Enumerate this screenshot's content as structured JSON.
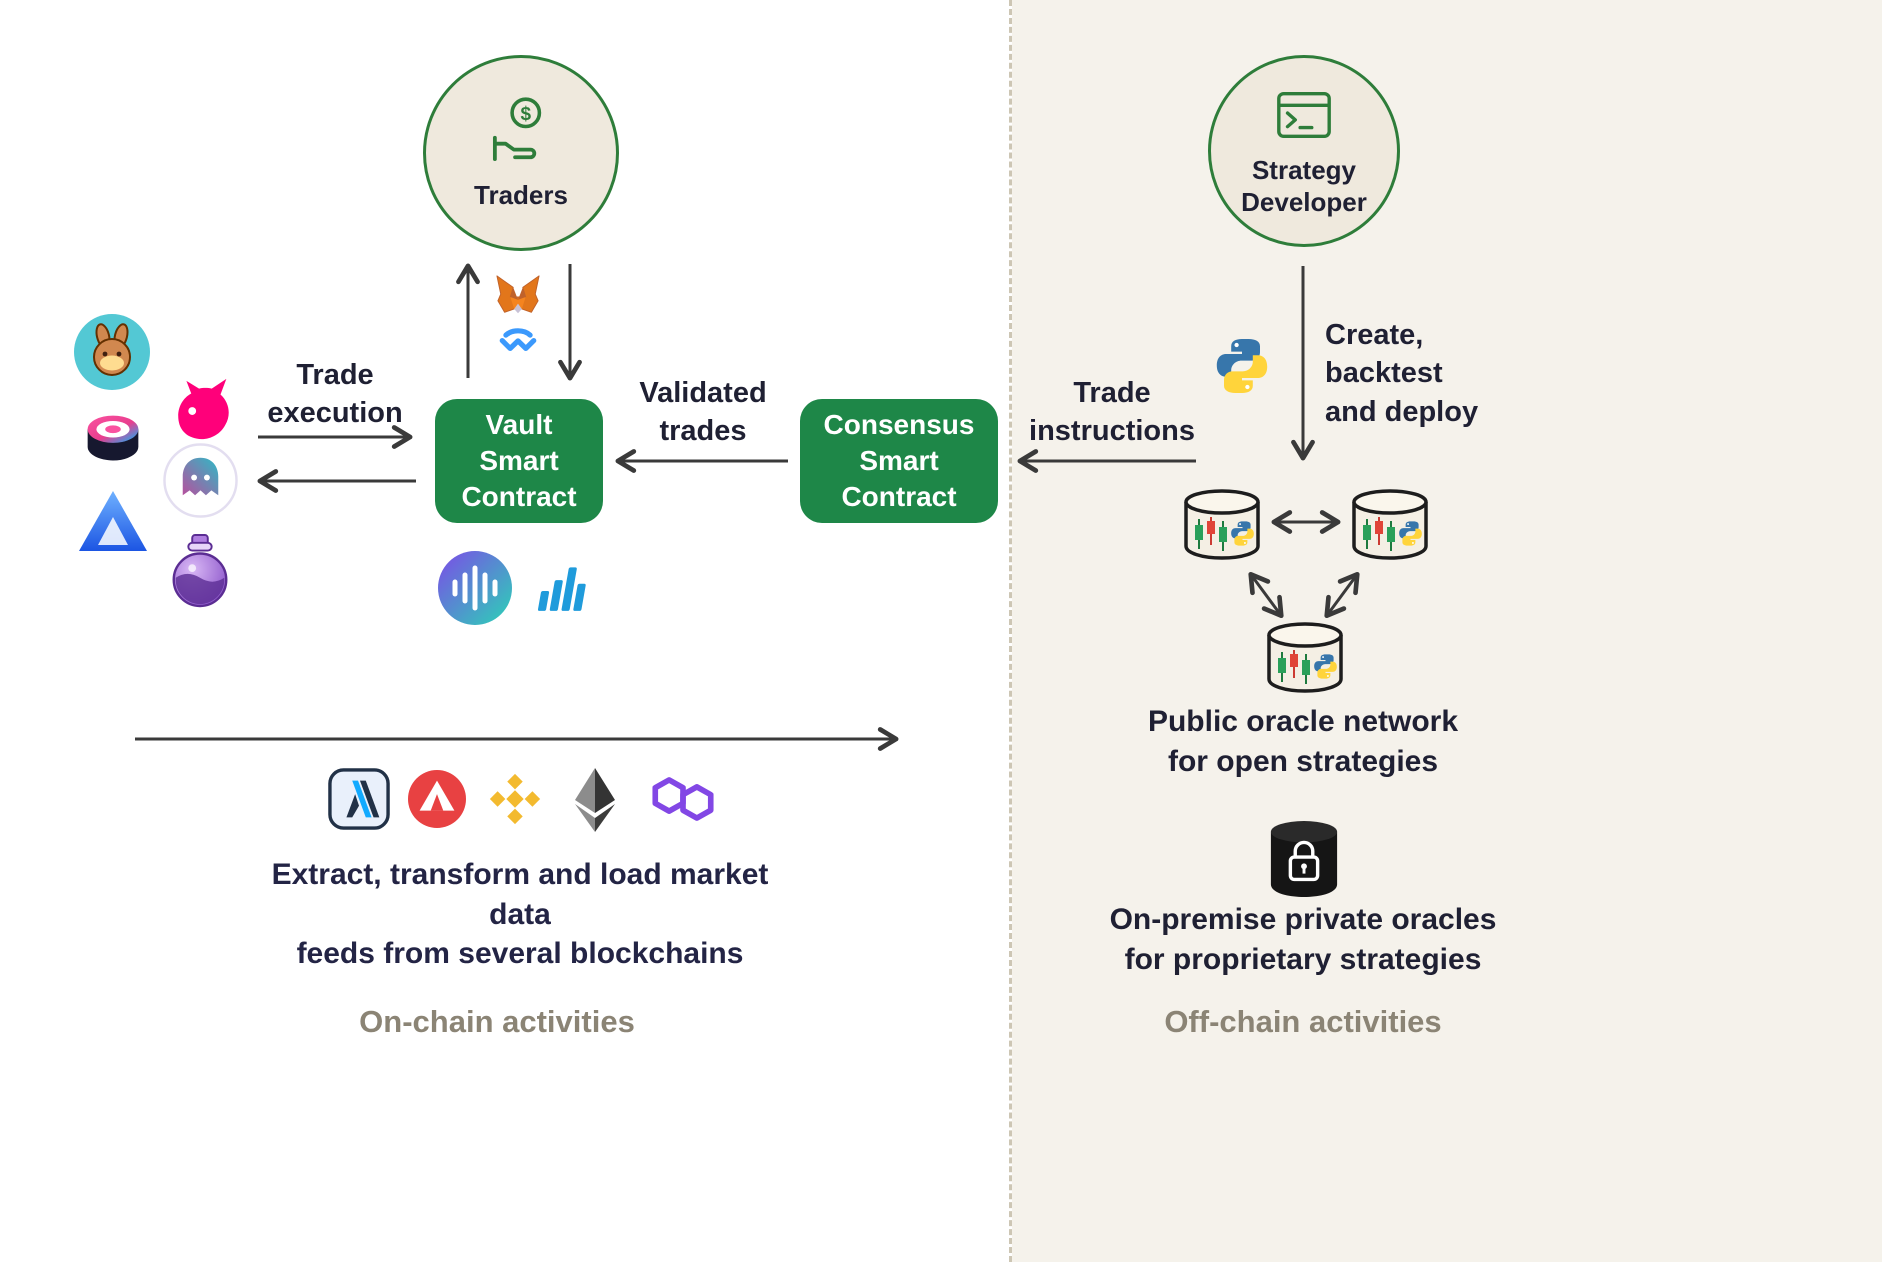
{
  "colors": {
    "accent_green": "#1e8748",
    "circle_fill": "#efe9dd",
    "circle_border": "#2e7d3a",
    "offchain_bg": "#f5f2eb",
    "text_dark": "#1f2033",
    "muted_label": "#8b8475",
    "arrow": "#3a3a3a"
  },
  "onchain": {
    "traders_label": "Traders",
    "trade_execution_label": "Trade\nexecution",
    "vault_label": "Vault\nSmart\nContract",
    "validated_trades_label": "Validated\ntrades",
    "consensus_label": "Consensus\nSmart\nContract",
    "etl_label": "Extract, transform and load market data\nfeeds from several blockchains",
    "section_label": "On-chain activities"
  },
  "offchain": {
    "strategy_developer_label": "Strategy\nDeveloper",
    "create_label": "Create,\nbacktest\nand deploy",
    "trade_instructions_label": "Trade\ninstructions",
    "public_oracle_label": "Public oracle network\nfor open strategies",
    "private_oracle_label": "On-premise private oracles\nfor proprietary strategies",
    "section_label": "Off-chain activities"
  },
  "icons": {
    "traders": "money-hand-icon",
    "strategy_developer": "terminal-icon",
    "wallets": [
      "metamask-icon",
      "walletconnect-icon"
    ],
    "defi_protocols": [
      "pancakeswap-icon",
      "uniswap-icon",
      "sushiswap-icon",
      "aave-icon",
      "blue-triangle-protocol-icon",
      "potion-flask-icon"
    ],
    "analytics": [
      "waveform-circle-icon",
      "bar-chart-icon"
    ],
    "language": "python-icon",
    "blockchains": [
      "arbitrum-icon",
      "avalanche-icon",
      "bnb-chain-icon",
      "ethereum-icon",
      "polygon-icon"
    ],
    "oracles": [
      "oracle-database-icon",
      "private-locked-database-icon"
    ]
  }
}
